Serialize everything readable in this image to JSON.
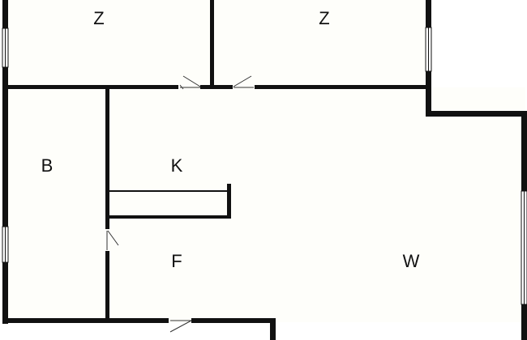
{
  "plan": {
    "rooms": [
      {
        "id": "top-left",
        "label": "Z"
      },
      {
        "id": "top-right",
        "label": "Z"
      },
      {
        "id": "bath",
        "label": "B"
      },
      {
        "id": "kitchen",
        "label": "K"
      },
      {
        "id": "hall",
        "label": "F"
      },
      {
        "id": "living",
        "label": "W"
      }
    ],
    "colors": {
      "wall": "#111111",
      "floor": "#fefefa",
      "background": "#ffffff"
    }
  }
}
